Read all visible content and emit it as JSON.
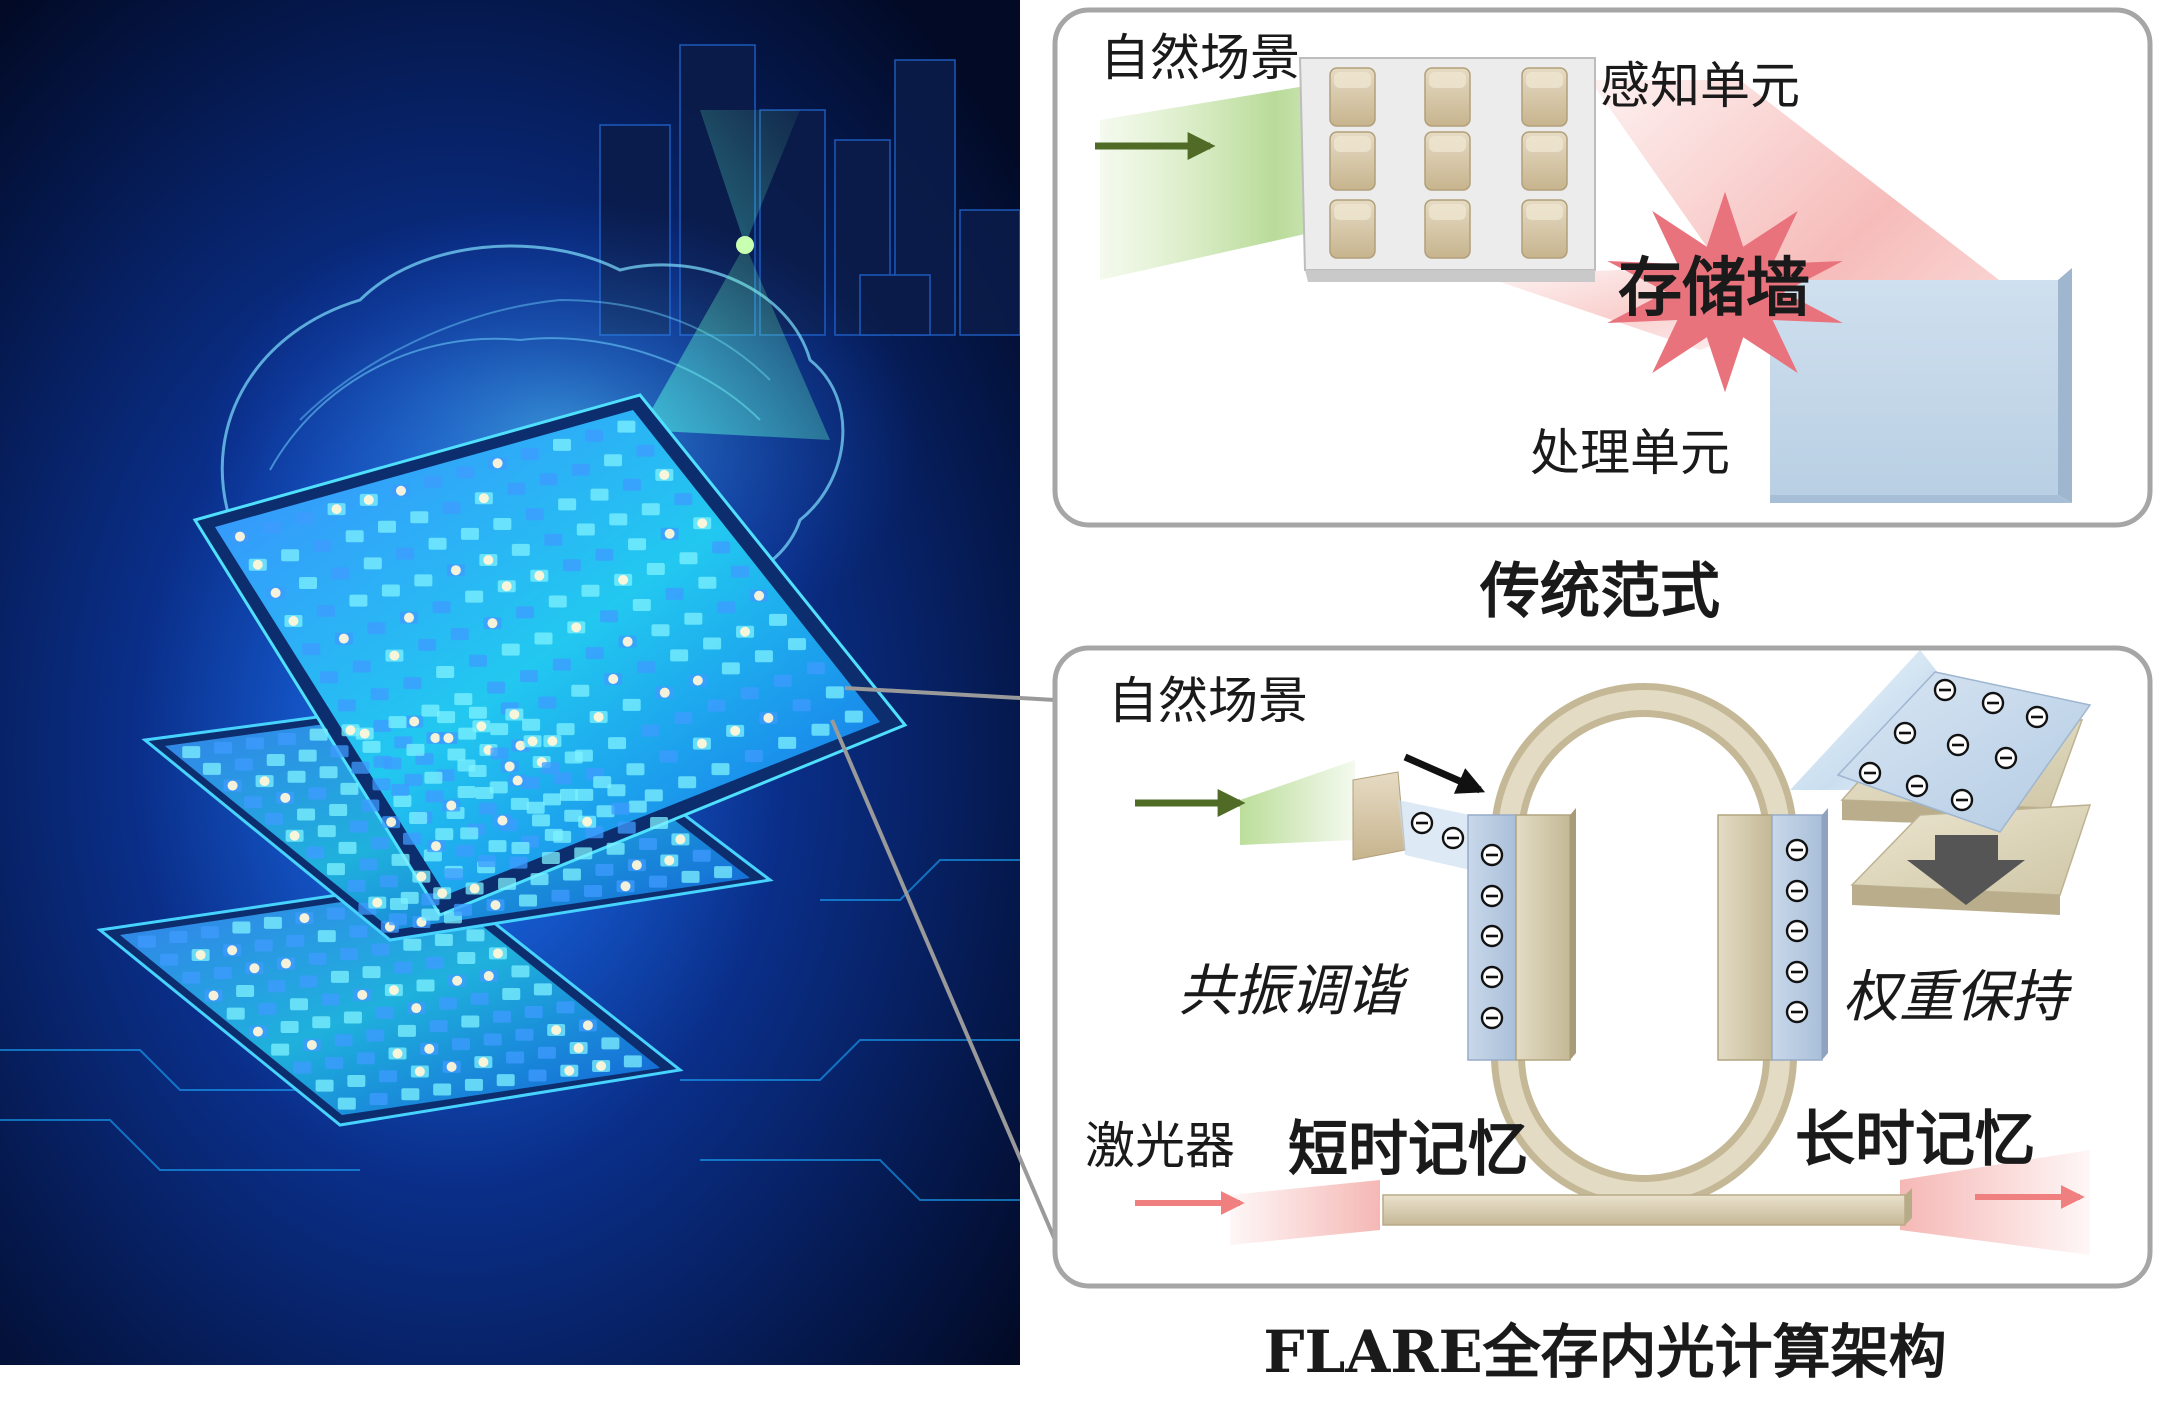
{
  "traditional": {
    "natural_scene": "自然场景",
    "sensing_unit": "感知单元",
    "memory_wall": "存储墙",
    "processing_unit": "处理单元",
    "caption": "传统范式"
  },
  "flare": {
    "natural_scene": "自然场景",
    "resonance_tuning": "共振调谐",
    "weight_retention": "权重保持",
    "laser": "激光器",
    "short_term_memory": "短时记忆",
    "long_term_memory": "长时记忆",
    "caption": "FLARE全存内光计算架构"
  },
  "colors": {
    "panel_border": "#a6a6a6",
    "input_arrow": "#4f6b26",
    "laser_arrow": "#f08080",
    "memory_wall_star": "#e8737c",
    "processing_block": "#c9dcec",
    "sensor_pixel": "#d8c9a8",
    "ring_resonator": "#d9cdb4",
    "electrode": "#bccde2",
    "chip_glow": "#1ec8ff"
  },
  "icons": [
    "electron-icon",
    "brain-network-icon",
    "chip-stack-icon",
    "city-skyline-icon"
  ]
}
